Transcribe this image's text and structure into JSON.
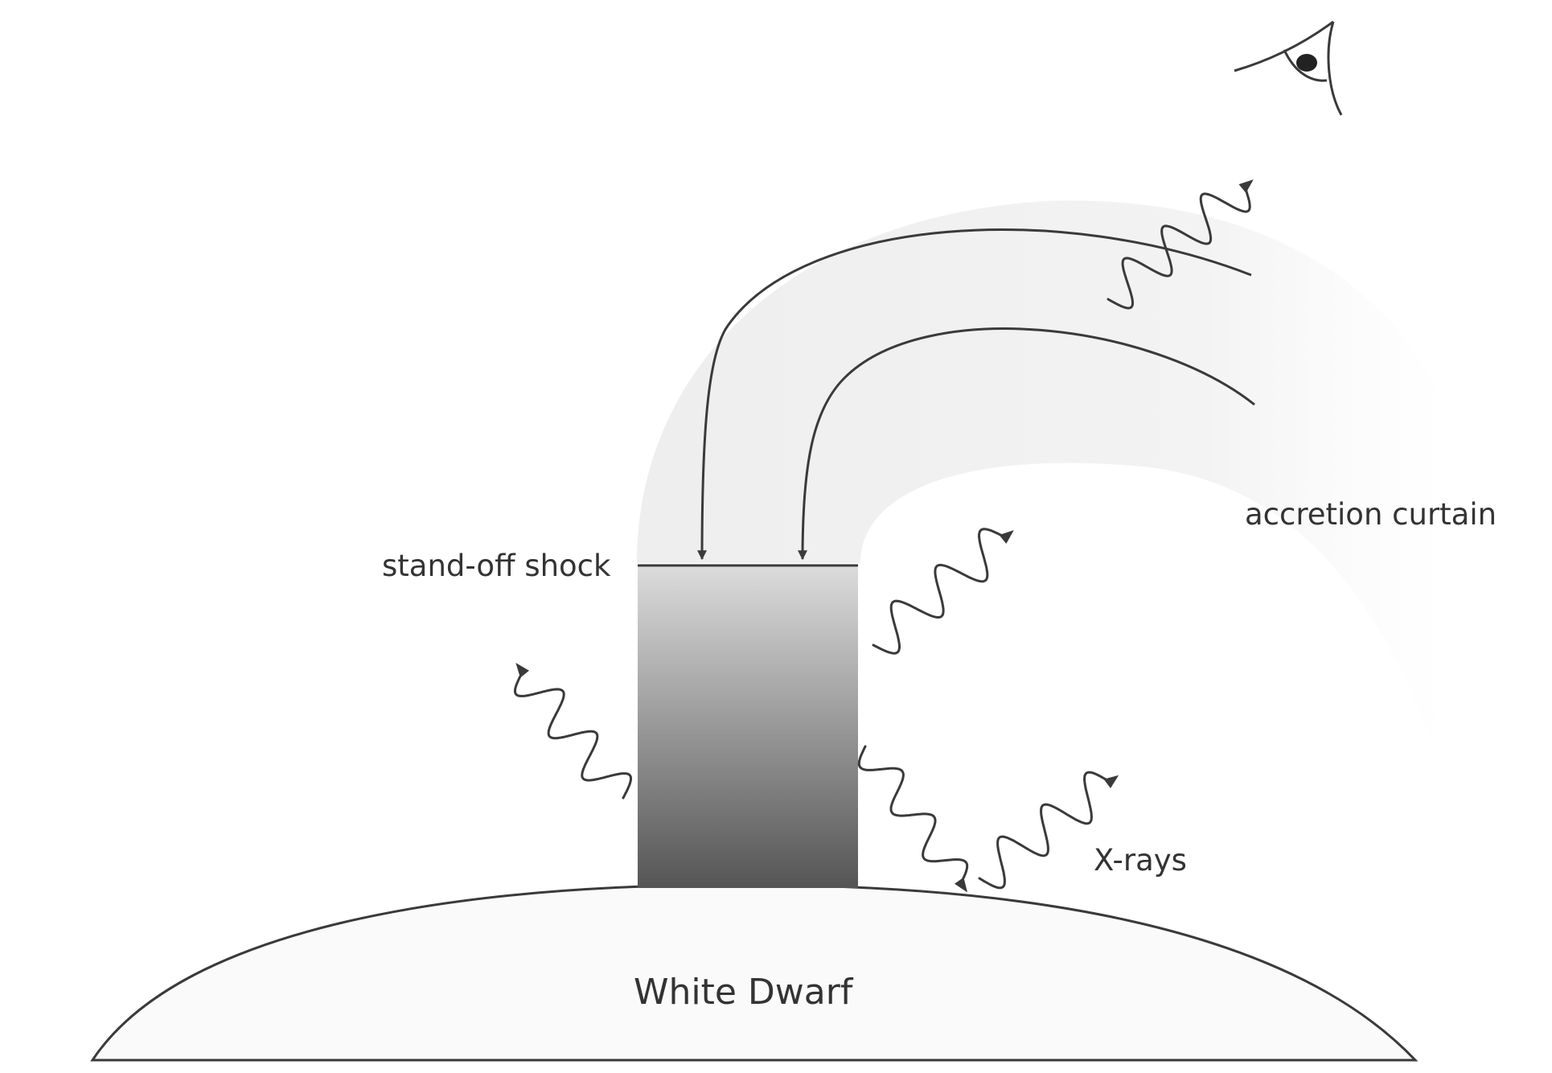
{
  "labels": {
    "shock": "stand-off shock",
    "curtain": "accretion curtain",
    "xrays": "X-rays",
    "star": "White Dwarf"
  },
  "colors": {
    "column_top": "#d9d9d9",
    "column_bottom": "#555555",
    "curtain": "#f0f0f0",
    "star_fill": "#fafafa",
    "line": "#3a3a3a"
  },
  "icons": {
    "observer": "eye-icon"
  }
}
